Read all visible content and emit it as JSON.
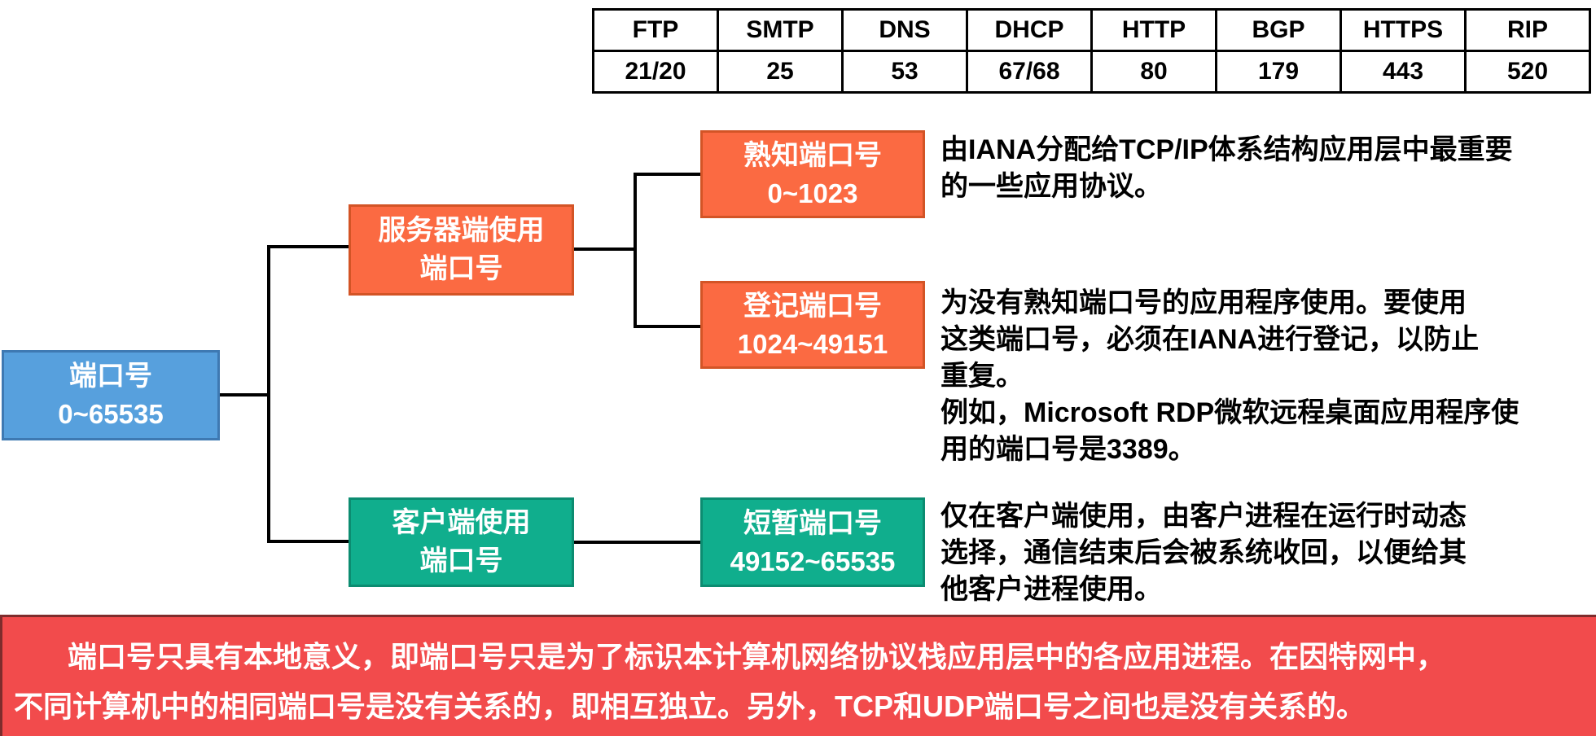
{
  "table": {
    "headers": [
      "FTP",
      "SMTP",
      "DNS",
      "DHCP",
      "HTTP",
      "BGP",
      "HTTPS",
      "RIP"
    ],
    "ports": [
      "21/20",
      "25",
      "53",
      "67/68",
      "80",
      "179",
      "443",
      "520"
    ]
  },
  "tree": {
    "root": {
      "title": "端口号",
      "range": "0~65535"
    },
    "server": {
      "title": "服务器端使用\n端口号"
    },
    "client": {
      "title": "客户端使用\n端口号"
    },
    "well_known": {
      "title": "熟知端口号",
      "range": "0~1023",
      "desc": "由IANA分配给TCP/IP体系结构应用层中最重要\n的一些应用协议。"
    },
    "registered": {
      "title": "登记端口号",
      "range": "1024~49151",
      "desc": "为没有熟知端口号的应用程序使用。要使用\n这类端口号，必须在IANA进行登记，以防止\n重复。\n例如，Microsoft RDP微软远程桌面应用程序使\n用的端口号是3389。"
    },
    "ephemeral": {
      "title": "短暂端口号",
      "range": "49152~65535",
      "desc": "仅在客户端使用，由客户进程在运行时动态\n选择，通信结束后会被系统收回，以便给其\n他客户进程使用。"
    }
  },
  "banner": {
    "text": "端口号只具有本地意义，即端口号只是为了标识本计算机网络协议栈应用层中的各应用进程。在因特网中，\n不同计算机中的相同端口号是没有关系的，即相互独立。另外，TCP和UDP端口号之间也是没有关系的。"
  },
  "colors": {
    "blue_fill": "#57A0DD",
    "blue_border": "#3E79B2",
    "orange_fill": "#FB6A42",
    "orange_border": "#D35426",
    "green_fill": "#10AE8D",
    "green_border": "#0C8C71",
    "red_fill": "#F24B4C",
    "red_border": "#7E2C2C",
    "line": "#000000",
    "text_dark": "#000000",
    "text_light": "#FFFFFF"
  }
}
